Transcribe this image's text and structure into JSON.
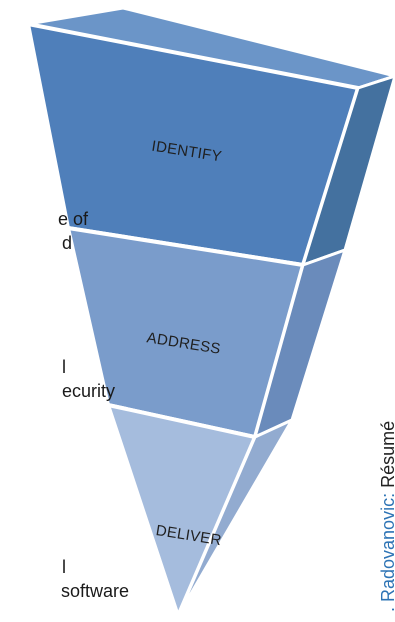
{
  "funnel": {
    "stages": [
      {
        "label": "IDENTIFY",
        "front_color": "#4f7fba",
        "side_color": "#44719f",
        "top_color": "#6b95c8"
      },
      {
        "label": "ADDRESS",
        "front_color": "#7a9ccb",
        "side_color": "#6a8bbb"
      },
      {
        "label": "DELIVER",
        "front_color": "#a5bcdd",
        "side_color": "#92abd0"
      }
    ],
    "outline_color": "#ffffff"
  },
  "side_text": [
    {
      "text": "e of"
    },
    {
      "text": "d"
    },
    {
      "text": "l"
    },
    {
      "text": "ecurity"
    },
    {
      "text": "l"
    },
    {
      "text": " software"
    }
  ],
  "vertical_text": {
    "name": ". Radovanovic:",
    "word": " Résumé"
  }
}
